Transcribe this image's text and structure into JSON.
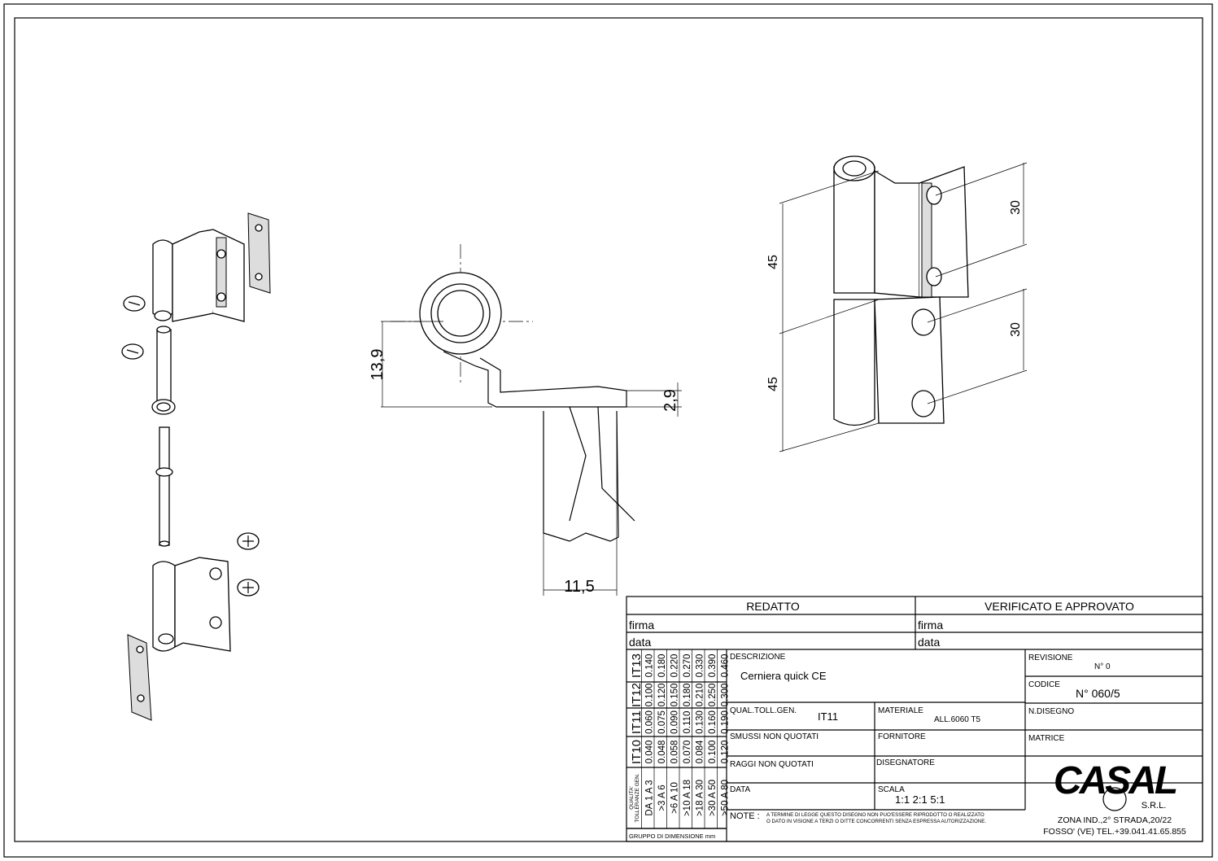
{
  "dimensions": {
    "section_height": "13,9",
    "section_thickness": "2,9",
    "section_width": "11,5",
    "iso_upper_height": "45",
    "iso_lower_height": "45",
    "iso_upper_holes": "30",
    "iso_lower_holes": "30"
  },
  "title_block": {
    "redatto": "REDATTO",
    "verificato": "VERIFICATO E APPROVATO",
    "firma_left": "firma",
    "firma_right": "firma",
    "data_left": "data",
    "data_right": "data",
    "descrizione_label": "DESCRIZIONE",
    "descrizione_value": "Cerniera quick CE",
    "qual_toll_label": "QUAL.TOLL.GEN.",
    "qual_toll_value": "IT11",
    "materiale_label": "MATERIALE",
    "materiale_value": "ALL.6060 T5",
    "smussi_label": "SMUSSI NON QUOTATI",
    "fornitore_label": "FORNITORE",
    "raggi_label": "RAGGI NON QUOTATI",
    "disegnatore_label": "DISEGNATORE",
    "data_label": "DATA",
    "scala_label": "SCALA",
    "scala_value": "1:1 2:1 5:1",
    "note_label": "NOTE :",
    "note_line1": "A TERMINE DI LEGGE QUESTO DISEGNO NON PUO'ESSERE RIPRODOTTO O REALIZZATO",
    "note_line2": "O DATO IN VISIONE A TERZI O DITTE CONCORRENTI SENZA ESPRESSA AUTORIZZAZIONE.",
    "revisione_label": "REVISIONE",
    "revisione_value": "N°  0",
    "codice_label": "CODICE",
    "codice_value": "N°  060/5",
    "ndisegno_label": "N.DISEGNO",
    "matrice_label": "MATRICE"
  },
  "company": {
    "logo": "CASAL",
    "suffix": "S.R.L.",
    "address": "ZONA IND.,2° STRADA,20/22",
    "contact": "FOSSO' (VE) TEL.+39.041.41.65.855"
  },
  "tolerance_table": {
    "header_line1": "QUALITA'",
    "header_line2": "TOLLERANZE GEN.",
    "footer": "GRUPPO DI DIMENSIONE mm",
    "groups": [
      "DA 1 A 3",
      ">3 A 6",
      ">6 A 10",
      ">10 A 18",
      ">18 A 30",
      ">30 A 50",
      ">50 A 80"
    ],
    "grades": [
      {
        "name": "IT13",
        "values": [
          "0.140",
          "0.180",
          "0.220",
          "0.270",
          "0.330",
          "0.390",
          "0.460"
        ]
      },
      {
        "name": "IT12",
        "values": [
          "0.100",
          "0.120",
          "0.150",
          "0.180",
          "0.210",
          "0.250",
          "0.300"
        ]
      },
      {
        "name": "IT11",
        "values": [
          "0.060",
          "0.075",
          "0.090",
          "0.110",
          "0.130",
          "0.160",
          "0.190"
        ]
      },
      {
        "name": "IT10",
        "values": [
          "0.040",
          "0.048",
          "0.058",
          "0.070",
          "0.084",
          "0.100",
          "0.120"
        ]
      }
    ]
  }
}
